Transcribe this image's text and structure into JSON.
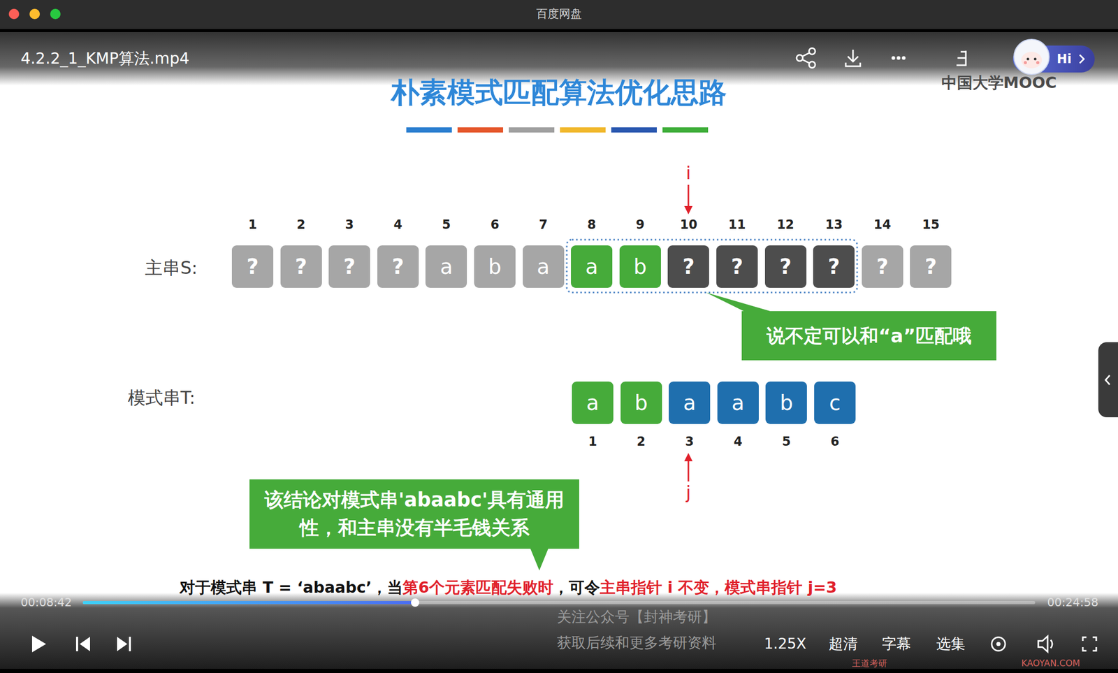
{
  "diagram": {
    "title": "朴素模式匹配算法优化思路",
    "nodes": [
      {
        "text": [
          "?"
        ]
      },
      {
        "text": [
          "?"
        ]
      },
      {
        "text": [
          "?"
        ]
      },
      {
        "text": [
          "?"
        ]
      },
      {
        "text": [
          "a"
        ]
      },
      {
        "text": [
          "b"
        ]
      },
      {
        "text": [
          "a"
        ]
      },
      {
        "text": [
          "a"
        ]
      },
      {
        "text": [
          "b"
        ]
      },
      {
        "text": [
          "?"
        ]
      },
      {
        "text": [
          "?"
        ]
      },
      {
        "text": [
          "?"
        ]
      },
      {
        "text": [
          "?"
        ]
      },
      {
        "text": [
          "?"
        ]
      },
      {
        "text": [
          "?"
        ]
      },
      {
        "text": [
          "说不定可以和“a”匹配哦"
        ]
      },
      {
        "text": [
          "a"
        ]
      },
      {
        "text": [
          "b"
        ]
      },
      {
        "text": [
          "a"
        ]
      },
      {
        "text": [
          "a"
        ]
      },
      {
        "text": [
          "b"
        ]
      },
      {
        "text": [
          "c"
        ]
      },
      {
        "text": [
          "该结论对模式串'abaabc'具有通用性，和主串没有半毛钱关系"
        ]
      }
    ],
    "labels": [
      "百度网盘",
      "4.2.2_1_KMP算法.mp4",
      "Hi",
      "中国大学MOOC",
      "i",
      "1",
      "2",
      "3",
      "4",
      "5",
      "6",
      "7",
      "8",
      "9",
      "10",
      "11",
      "12",
      "13",
      "14",
      "15",
      "主串S:",
      "模式串T:",
      "1",
      "2",
      "3",
      "4",
      "5",
      "6",
      "j",
      "对于模式串 T = ‘abaabc’，当",
      "第6个元素匹配失败时",
      "，可令",
      "主串指针 i 不变，",
      "模式串指针 j=3",
      "关注公众号【封神考研】",
      "00:08:42",
      "00:24:58",
      "获取后续和更多考研资料",
      "1.25X",
      "超清",
      "王道考研",
      "字幕",
      "选集",
      "KAOYAN.COM"
    ]
  }
}
